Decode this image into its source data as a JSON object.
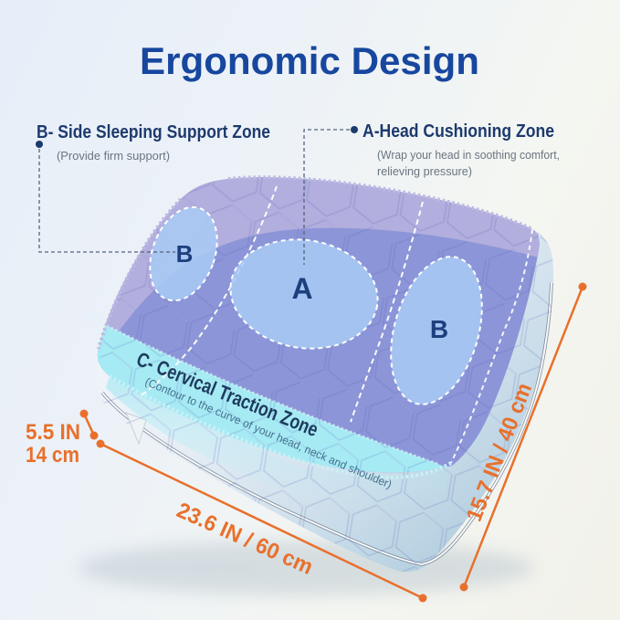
{
  "title": "Ergonomic Design",
  "annotations": {
    "zone_b": {
      "title": "B- Side Sleeping Support Zone",
      "subtitle": "(Provide firm support)"
    },
    "zone_a": {
      "title": "A-Head Cushioning Zone",
      "subtitle_line1": "(Wrap your head in soothing comfort,",
      "subtitle_line2": "relieving pressure)"
    },
    "zone_c": {
      "title": "C- Cervical Traction Zone",
      "subtitle": "(Contour to the curve of your head, neck and shoulder)"
    }
  },
  "zone_markers": {
    "a": "A",
    "b_left": "B",
    "b_right": "B"
  },
  "dimensions": {
    "height_line1": "5.5 IN",
    "height_line2": "14 cm",
    "length": "23.6 IN / 60 cm",
    "depth": "15.7 IN / 40 cm"
  },
  "colors": {
    "title_blue": "#17479E",
    "label_navy": "#1d3a6e",
    "subtitle_gray": "#6a7580",
    "accent_orange": "#E8702C",
    "pillow_top": "#8c95d7",
    "pillow_back_band": "#b2aedd",
    "pillow_front_band": "#a6eaf4",
    "zone_ellipse_fill": "#a8cbf5",
    "pillow_side": "#aac8da",
    "zone_letter_navy": "#1c3f7d",
    "c_text_navy": "#1e3a5c",
    "c_subtext_blue": "#44708e"
  }
}
